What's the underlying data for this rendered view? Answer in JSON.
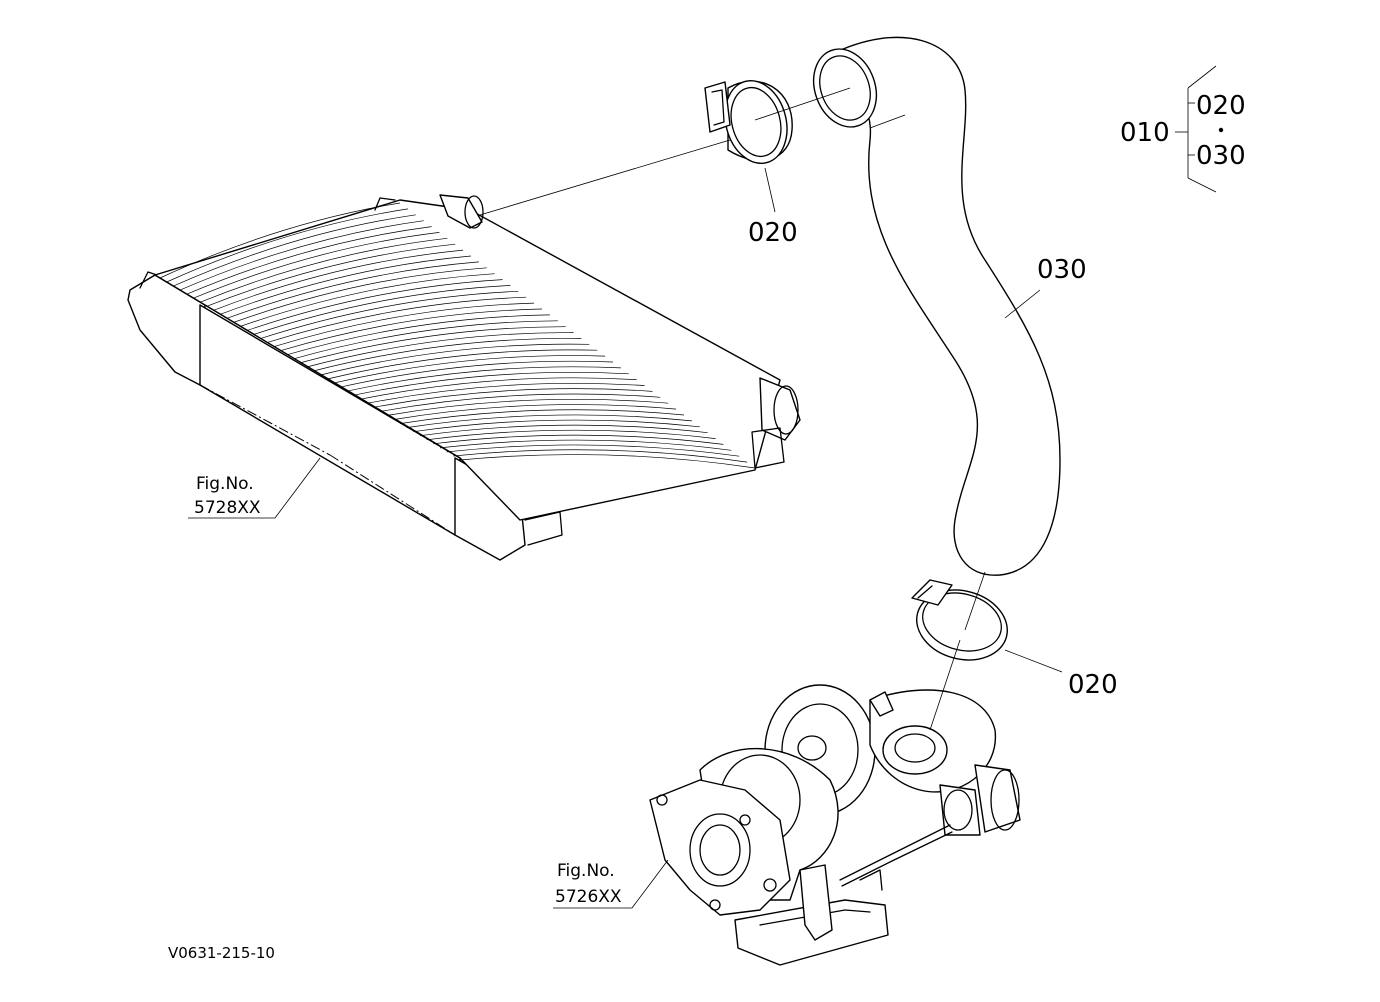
{
  "labels": {
    "clamp_upper": "020",
    "clamp_lower": "020",
    "hose": "030",
    "assembly": "010",
    "assembly_part_a": "020",
    "assembly_part_b": "030"
  },
  "references": {
    "intercooler_fig": "Fig.No.",
    "intercooler_no": "5728XX",
    "turbo_fig": "Fig.No.",
    "turbo_no": "5726XX"
  },
  "drawing_code": "V0631-215-10"
}
